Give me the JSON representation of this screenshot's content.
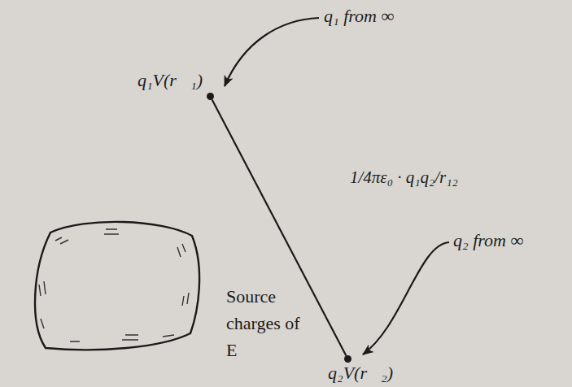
{
  "diagram": {
    "nodes": [
      {
        "text": [
          "q₁V(r⃗₁)"
        ]
      },
      {
        "text": [
          "Source charges of E⃗"
        ]
      },
      {
        "text": [
          "q₂V(r⃗₂)"
        ],
        "in": null
      }
    ],
    "edges": [
      {
        "from": 0,
        "to": 2,
        "arrow": "none",
        "label": "1/4πε₀ · q₁q₂/r₁₂"
      }
    ],
    "labels": [
      "q₁ from ∞",
      "q₂ from ∞"
    ]
  }
}
